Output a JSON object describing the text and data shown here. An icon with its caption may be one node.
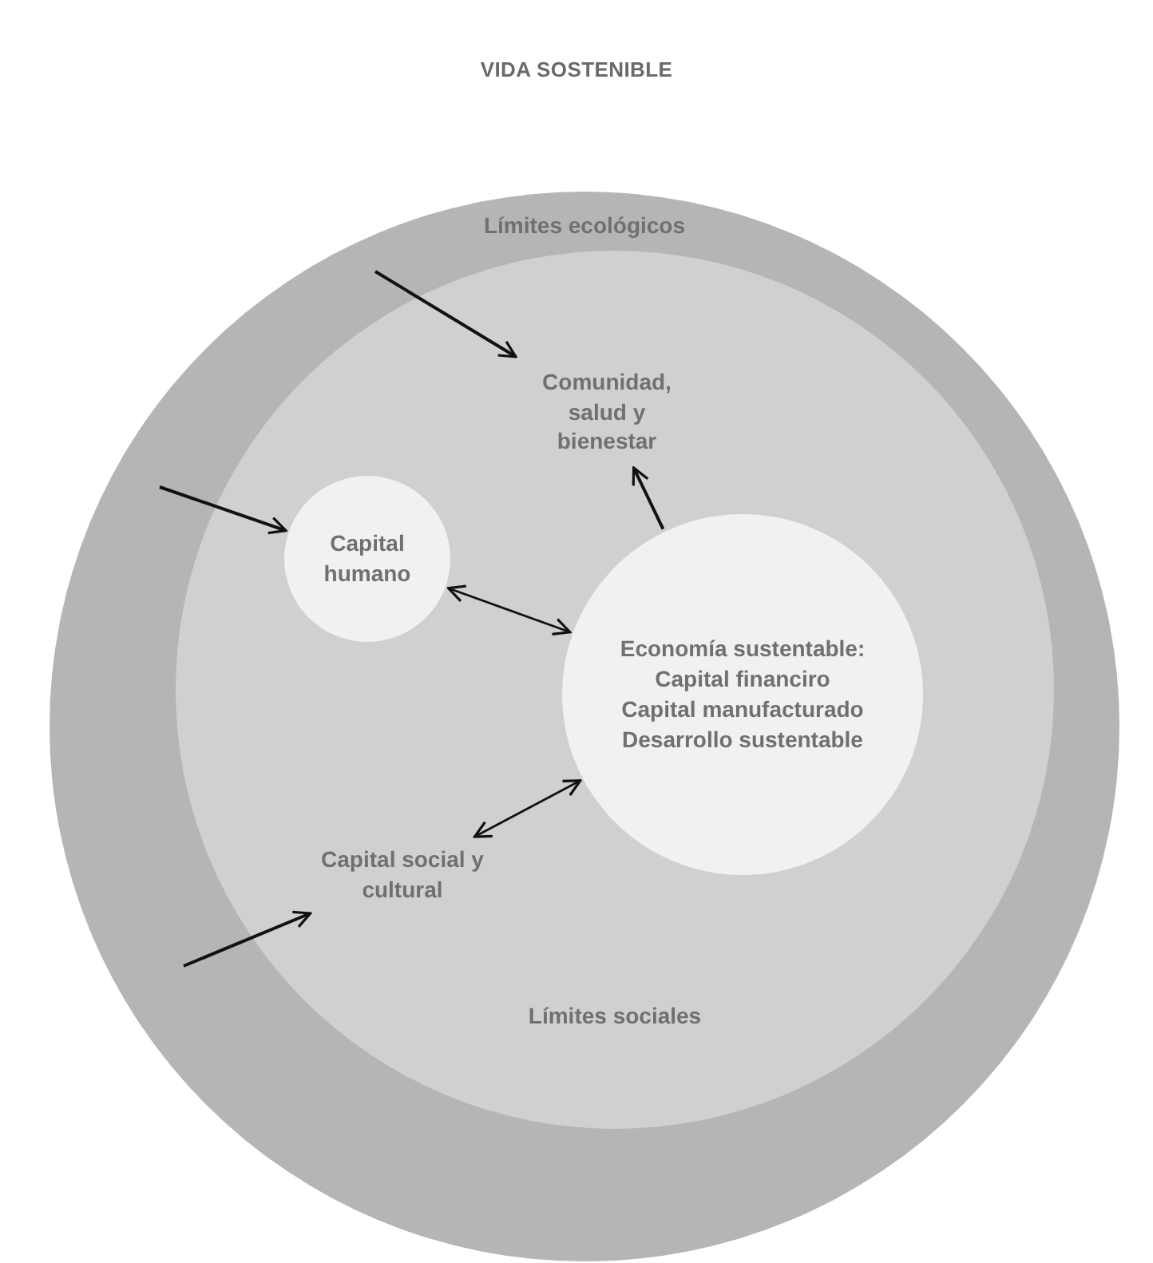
{
  "diagram": {
    "title": "VIDA SOSTENIBLE",
    "nodes": [
      {
        "text": [
          "Límites ecológicos"
        ]
      },
      {
        "text": [
          "Límites sociales"
        ],
        "in": 0
      },
      {
        "text": [
          "Comunidad, salud y bienestar"
        ],
        "in": 1
      },
      {
        "text": [
          "Capital humano"
        ],
        "in": 1
      },
      {
        "text": [
          "Economía sustentable:",
          "Capital financiro",
          "Capital manufacturado",
          "Desarrollo sustentable"
        ],
        "in": 1
      },
      {
        "text": [
          "Capital social y cultural"
        ],
        "in": 1
      }
    ],
    "edges": [
      {
        "from": null,
        "to": 2,
        "arrow": "to"
      },
      {
        "from": null,
        "to": 3,
        "arrow": "to"
      },
      {
        "from": null,
        "to": 5,
        "arrow": "to"
      },
      {
        "from": 4,
        "to": 2,
        "arrow": "to"
      },
      {
        "from": 3,
        "to": 4,
        "arrow": "both"
      },
      {
        "from": 5,
        "to": 4,
        "arrow": "both"
      }
    ]
  }
}
